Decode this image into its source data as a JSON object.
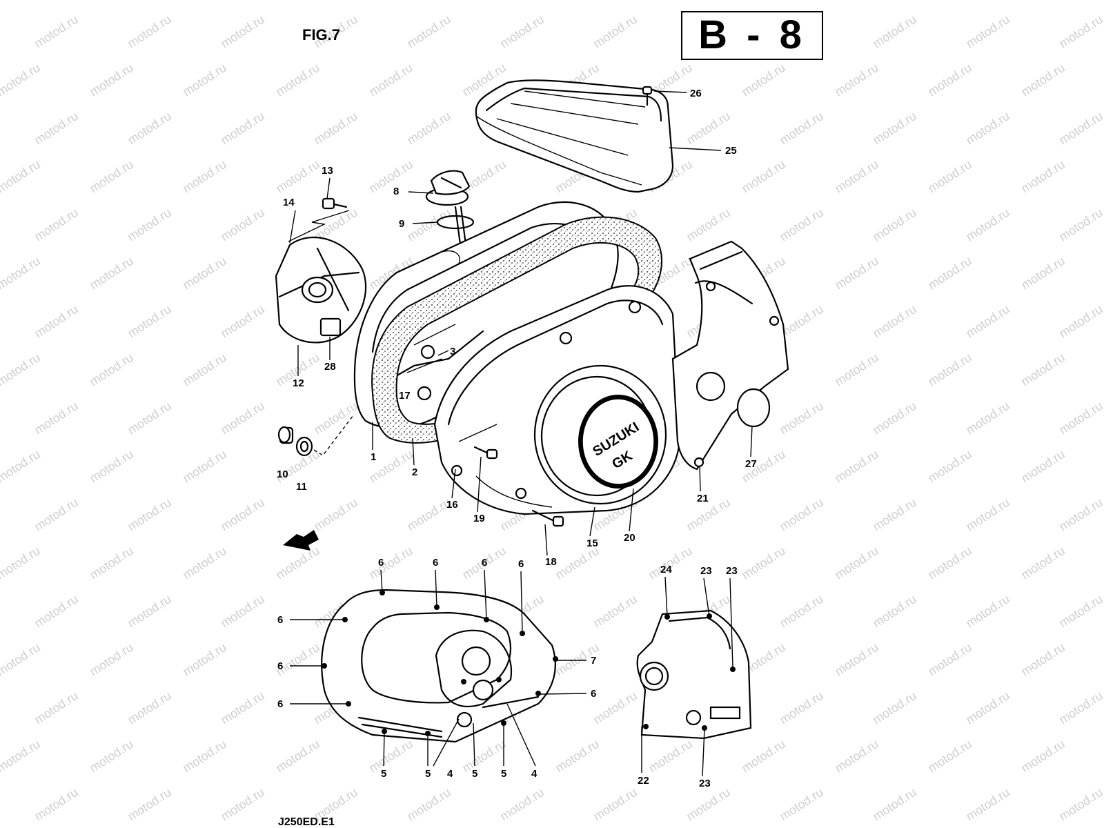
{
  "figure": {
    "fig_label": "FIG.7",
    "section_code": "B - 8",
    "footer_code": "J250ED.E1",
    "watermark": "motod.ru",
    "cover_logo_top": "SUZUKI",
    "cover_logo_bottom": "GK"
  },
  "parts": [
    {
      "id": "1",
      "label": "1"
    },
    {
      "id": "2",
      "label": "2"
    },
    {
      "id": "3",
      "label": "3"
    },
    {
      "id": "4a",
      "label": "4"
    },
    {
      "id": "4b",
      "label": "4"
    },
    {
      "id": "5a",
      "label": "5"
    },
    {
      "id": "5b",
      "label": "5"
    },
    {
      "id": "5c",
      "label": "5"
    },
    {
      "id": "5d",
      "label": "5"
    },
    {
      "id": "6a",
      "label": "6"
    },
    {
      "id": "6b",
      "label": "6"
    },
    {
      "id": "6c",
      "label": "6"
    },
    {
      "id": "6d",
      "label": "6"
    },
    {
      "id": "6e",
      "label": "6"
    },
    {
      "id": "6f",
      "label": "6"
    },
    {
      "id": "6g",
      "label": "6"
    },
    {
      "id": "6h",
      "label": "6"
    },
    {
      "id": "7",
      "label": "7"
    },
    {
      "id": "8",
      "label": "8"
    },
    {
      "id": "9",
      "label": "9"
    },
    {
      "id": "10",
      "label": "10"
    },
    {
      "id": "11",
      "label": "11"
    },
    {
      "id": "12",
      "label": "12"
    },
    {
      "id": "13",
      "label": "13"
    },
    {
      "id": "14",
      "label": "14"
    },
    {
      "id": "15",
      "label": "15"
    },
    {
      "id": "16",
      "label": "16"
    },
    {
      "id": "17",
      "label": "17"
    },
    {
      "id": "18",
      "label": "18"
    },
    {
      "id": "19",
      "label": "19"
    },
    {
      "id": "20",
      "label": "20"
    },
    {
      "id": "21",
      "label": "21"
    },
    {
      "id": "22",
      "label": "22"
    },
    {
      "id": "23a",
      "label": "23"
    },
    {
      "id": "23b",
      "label": "23"
    },
    {
      "id": "23c",
      "label": "23"
    },
    {
      "id": "24",
      "label": "24"
    },
    {
      "id": "25",
      "label": "25"
    },
    {
      "id": "26",
      "label": "26"
    },
    {
      "id": "27",
      "label": "27"
    },
    {
      "id": "28",
      "label": "28"
    }
  ]
}
